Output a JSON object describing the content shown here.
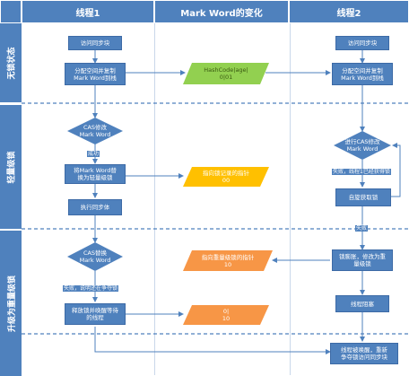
{
  "header": {
    "thread1": "线程1",
    "markword": "Mark Word的变化",
    "thread2": "线程2"
  },
  "lanes": {
    "unlocked": "无锁状态",
    "lightweight": "轻量级锁",
    "upgrade": "升级为重量级锁"
  },
  "thread1": {
    "access_sync_block": "访问同步块",
    "alloc_copy": [
      "分配空间并复制",
      "Mark Word到栈"
    ],
    "cas_modify": [
      "CAS修改",
      "Mark Word"
    ],
    "success_label": "成功",
    "replace_mw": [
      "将Mark Word替",
      "换为轻量级锁"
    ],
    "exec_sync_body": "执行同步体",
    "cas_replace": [
      "CAS替换",
      "Mark Word"
    ],
    "fail_label": "失败，说明还在争夺锁",
    "release_wake": [
      "释放锁并唤醒等待",
      "的线程"
    ]
  },
  "markword": {
    "hashcode": [
      "HashCode|age|",
      "0|01"
    ],
    "ptr_lock_record": [
      "指向锁记录的指针",
      "00"
    ],
    "ptr_heavy_mutex": [
      "指向重量级锁的指针",
      "10"
    ],
    "zero_ten": [
      "0|",
      "10"
    ]
  },
  "thread2": {
    "access_sync_block": "访问同步块",
    "alloc_copy": [
      "分配空间并复制",
      "Mark Word到栈"
    ],
    "cas_modify": [
      "进行CAS修改",
      "Mark Word"
    ],
    "fail_label": "失败，线程1已经获得锁",
    "spin_acquire": "自旋获取锁",
    "fail_label2": "失败",
    "spin_fail": [
      "锁膨胀，修改为重",
      "量级锁"
    ],
    "thread_block": "线程阻塞",
    "wake_compete": [
      "线程被唤醒，重新",
      "争夺锁访问同步块"
    ]
  },
  "colors": {
    "blue": "#4f81bd",
    "green": "#92d050",
    "yellow": "#ffc000",
    "orange": "#f79646",
    "dashed": "#4f81bd"
  }
}
